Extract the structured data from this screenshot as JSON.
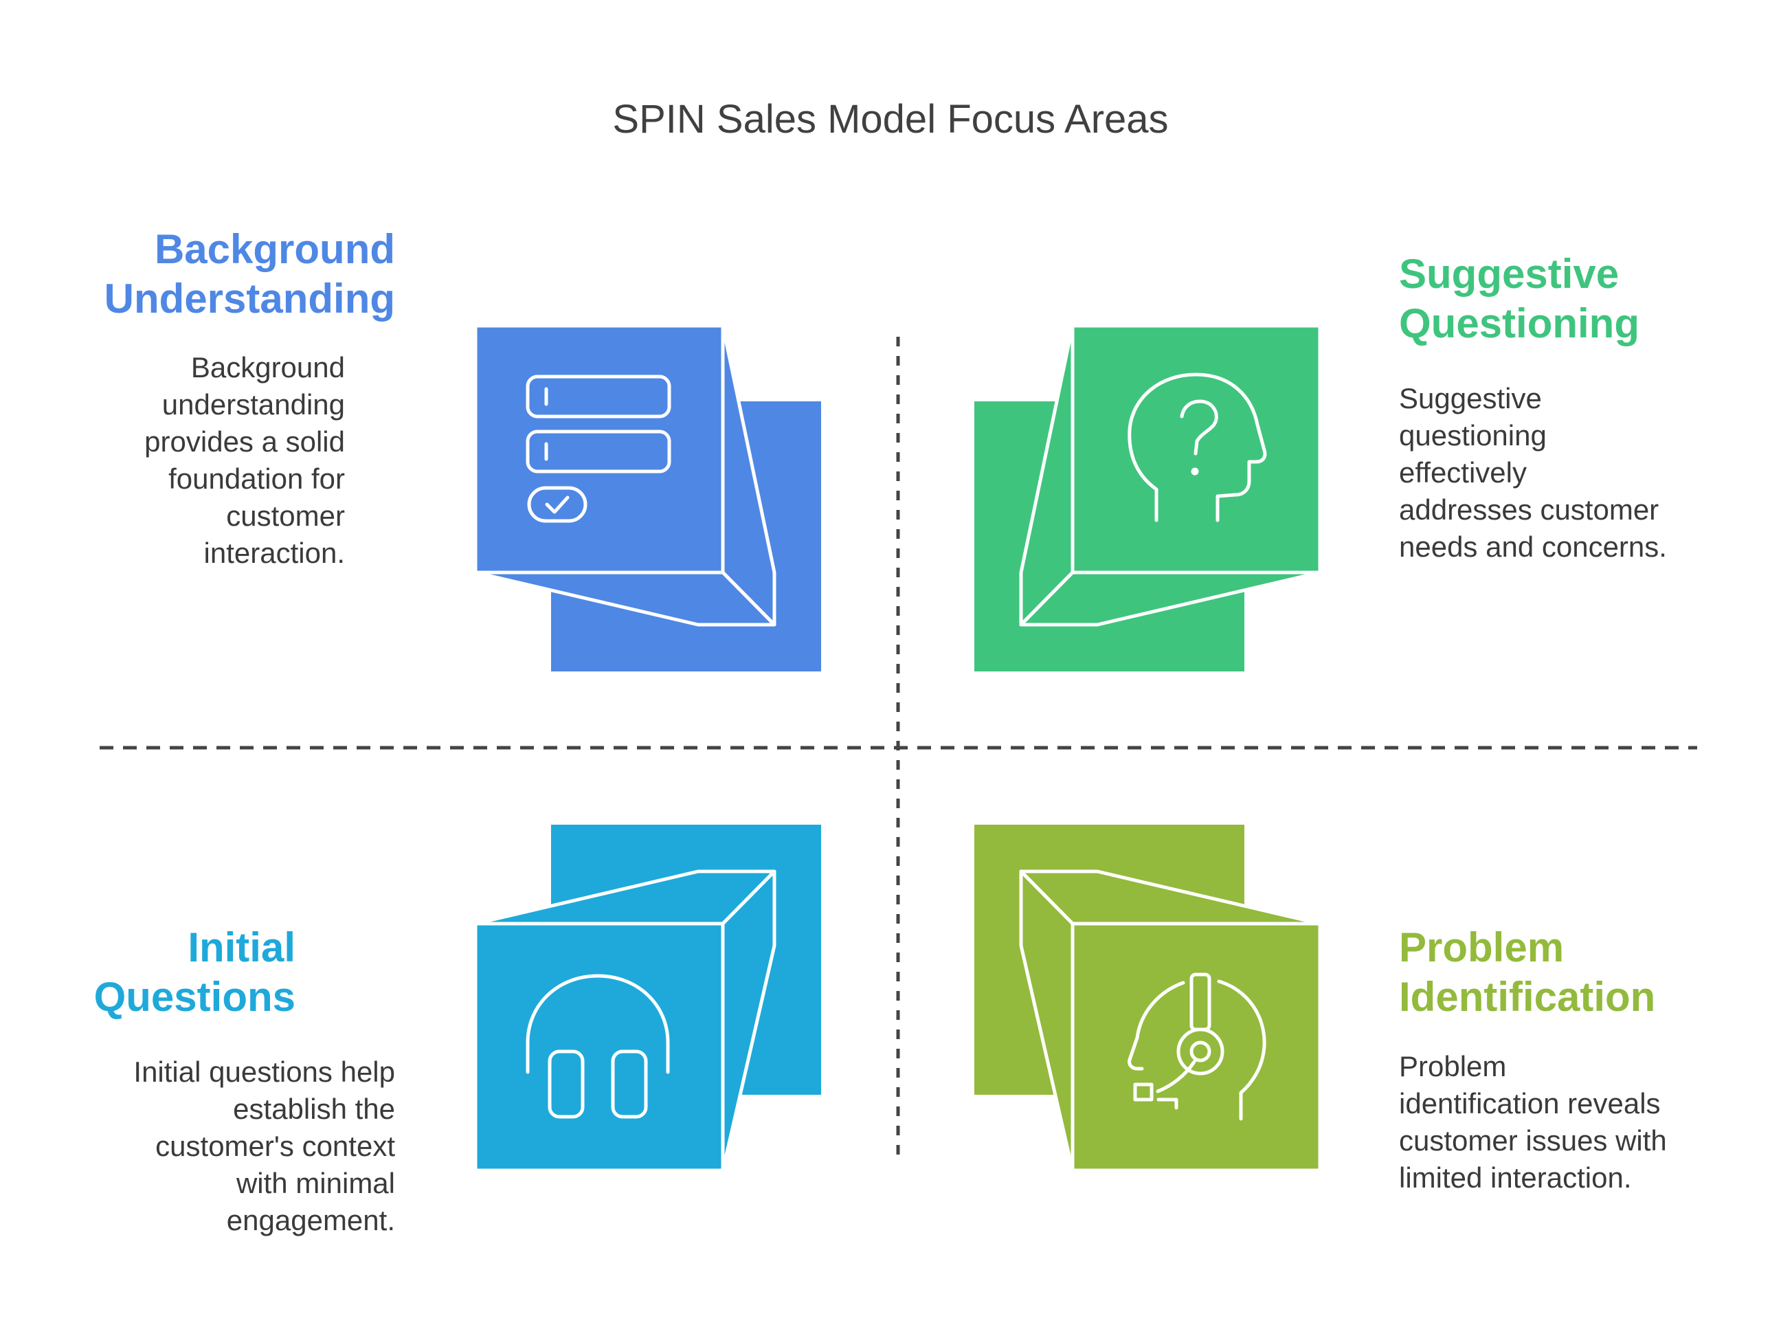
{
  "title": "SPIN Sales Model Focus Areas",
  "quadrants": {
    "background": {
      "heading": [
        "Background",
        "Understanding"
      ],
      "description": [
        "Background",
        "understanding",
        "provides a solid",
        "foundation for",
        "customer",
        "interaction."
      ],
      "color": "#4F87E4",
      "icon": "form-checklist-icon"
    },
    "suggestive": {
      "heading": [
        "Suggestive",
        "Questioning"
      ],
      "description": [
        "Suggestive",
        "questioning",
        "effectively",
        "addresses customer",
        "needs and concerns."
      ],
      "color": "#3FC47E",
      "icon": "head-question-icon"
    },
    "initial": {
      "heading": [
        "Initial",
        "Questions"
      ],
      "description": [
        "Initial questions help",
        "establish the",
        "customer's context",
        "with minimal",
        "engagement."
      ],
      "color": "#1EA9DA",
      "icon": "headphones-icon"
    },
    "problem": {
      "heading": [
        "Problem",
        "Identification"
      ],
      "description": [
        "Problem",
        "identification reveals",
        "customer issues with",
        "limited interaction."
      ],
      "color": "#93BA3C",
      "icon": "headset-agent-icon"
    }
  }
}
